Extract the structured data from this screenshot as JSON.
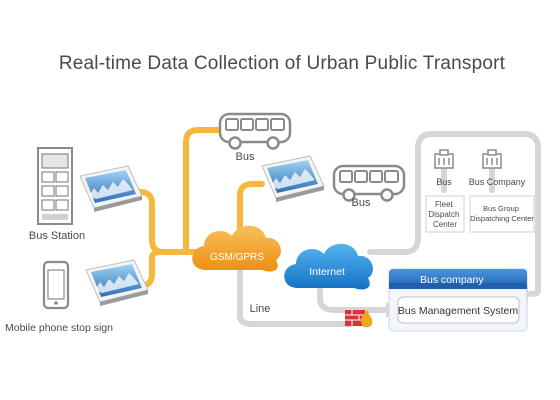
{
  "title": "Real-time Data Collection of Urban Public Transport",
  "nodes": {
    "bus_station": "Bus Station",
    "mobile_stop": "Mobile phone stop sign",
    "bus_top": "Bus",
    "bus_mid": "Bus",
    "gsm": "GSM/GPRS",
    "internet": "Internet",
    "line": "Line",
    "company_bus": "Bus",
    "bus_company": "Bus Company",
    "fleet_dispatch": [
      "Fleet",
      "Dispatch",
      "Center"
    ],
    "group_dispatch": [
      "Bus Group",
      "Dispatching Center"
    ],
    "bus_company_panel": "Bus company",
    "bms": "Bus Management System"
  },
  "colors": {
    "orange_link": "#f6b73c",
    "grey_link": "#d4d4d4",
    "cloud_orange": "#f3a52a",
    "cloud_blue": "#1f8ad8",
    "panel_blue": "#2d79c9"
  }
}
